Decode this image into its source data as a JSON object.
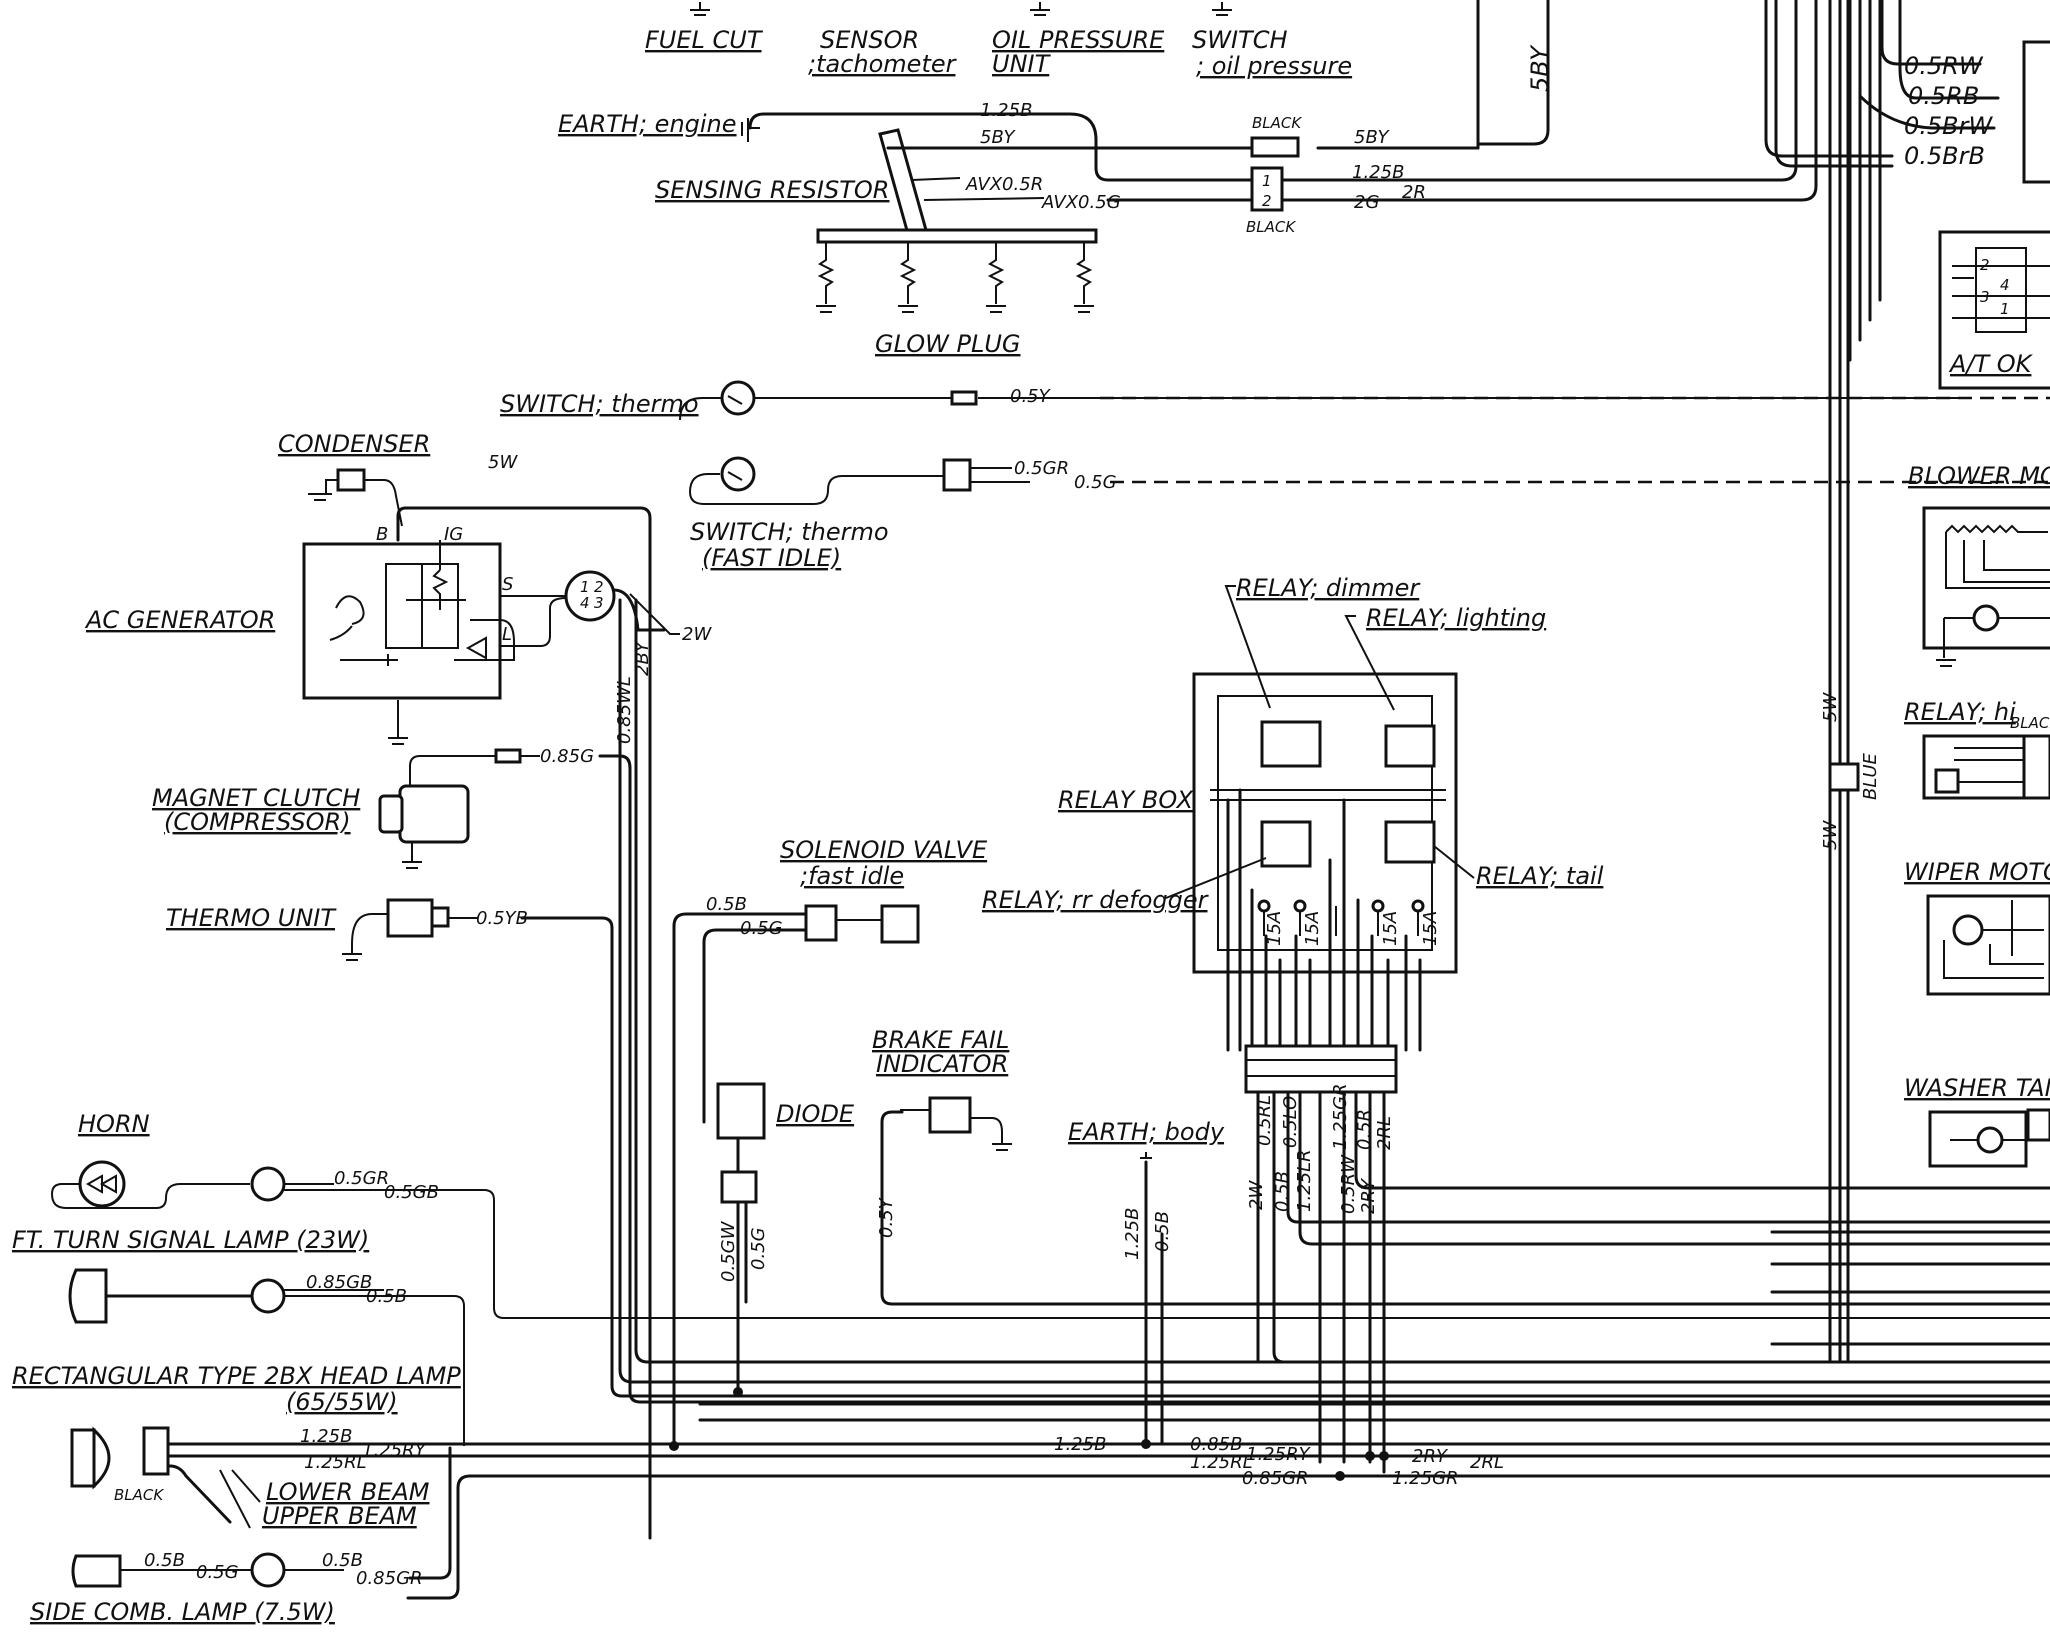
{
  "labels": {
    "fuel_cut": "FUEL CUT",
    "sensor": "SENSOR",
    "sensor_sub": ";tachometer",
    "oil_pressure_unit_1": "OIL PRESSURE",
    "oil_pressure_unit_2": "UNIT",
    "switch_oil_1": "SWITCH",
    "switch_oil_2": "; oil pressure",
    "earth_engine": "EARTH; engine",
    "sensing_resistor": "SENSING RESISTOR",
    "glow_plug": "GLOW PLUG",
    "switch_thermo": "SWITCH; thermo",
    "switch_thermo_fast_1": "SWITCH; thermo",
    "switch_thermo_fast_2": "(FAST IDLE)",
    "condenser": "CONDENSER",
    "ac_generator": "AC GENERATOR",
    "magnet_clutch_1": "MAGNET CLUTCH",
    "magnet_clutch_2": "(COMPRESSOR)",
    "thermo_unit": "THERMO UNIT",
    "solenoid_valve_1": "SOLENOID VALVE",
    "solenoid_valve_2": ";fast idle",
    "brake_fail_1": "BRAKE FAIL",
    "brake_fail_2": "INDICATOR",
    "diode": "DIODE",
    "earth_body": "EARTH; body",
    "horn": "HORN",
    "ft_turn_signal": "FT. TURN SIGNAL LAMP (23W)",
    "head_lamp_1": "RECTANGULAR TYPE 2BX HEAD LAMP",
    "head_lamp_2": "(65/55W)",
    "lower_beam": "LOWER BEAM",
    "upper_beam": "UPPER BEAM",
    "side_comb_lamp": "SIDE COMB. LAMP (7.5W)",
    "relay_dimmer": "RELAY; dimmer",
    "relay_lighting": "RELAY; lighting",
    "relay_box": "RELAY BOX",
    "relay_rr_defogger": "RELAY; rr defogger",
    "relay_tail": "RELAY; tail",
    "at_ok": "A/T OK",
    "blower_motor": "BLOWER MOT",
    "relay_hi": "RELAY; hi",
    "wiper_motor": "WIPER MOTOR",
    "washer_tank": "WASHER TANK",
    "black": "BLACK",
    "blue": "BLUE",
    "fuse_15a": "15A"
  },
  "wire_codes": {
    "w_125b": "1.25B",
    "w_5by": "5BY",
    "w_avx05r": "AVX0.5R",
    "w_avx05g": "AVX0.5G",
    "w_2g": "2G",
    "w_2r": "2R",
    "w_05y": "0.5Y",
    "w_05gr": "0.5GR",
    "w_05g": "0.5G",
    "w_5w": "5W",
    "w_2w": "2W",
    "w_085g": "0.85G",
    "w_085wl": "0.85WL",
    "w_2by": "2BY",
    "w_05syb": "0.5YB",
    "w_05b": "0.5B",
    "w_05rw": "0.5RW",
    "w_05rb": "0.5RB",
    "w_05brw": "0.5BrW",
    "w_05brb": "0.5BrB",
    "w_05gb": "0.5GB",
    "w_085gb": "0.85GB",
    "w_125rl": "1.25RL",
    "w_125ry": "1.25RY",
    "w_085gr": "0.85GR",
    "w_125gr": "1.25GR",
    "w_2ry": "2RY",
    "w_2rl": "2RL",
    "w_05gw": "0.5GW",
    "w_085b": "0.85B",
    "w_05rl": "0.5RL",
    "w_05lo": "0.5LO",
    "w_125lr": "1.25LR",
    "w_05r": "0.5R",
    "w_05srw": "0.5RW",
    "w_05y2": "0.5Y",
    "w_2wlow": "2W"
  },
  "pins": {
    "p1": "1",
    "p2": "2",
    "p3": "3",
    "p4": "4"
  }
}
